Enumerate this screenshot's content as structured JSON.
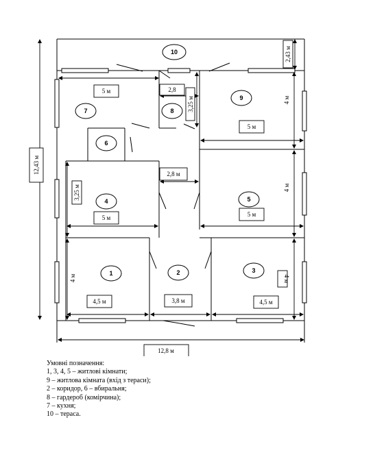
{
  "rooms": [
    {
      "id": "1",
      "area": "4,5 м",
      "height": "4 м"
    },
    {
      "id": "2",
      "area": "3,8 м"
    },
    {
      "id": "3",
      "area": "4,5 м",
      "height": "4 м"
    },
    {
      "id": "4",
      "area": "5 м",
      "height": "3,25 м"
    },
    {
      "id": "5",
      "area": "5 м",
      "height": "4 м"
    },
    {
      "id": "6"
    },
    {
      "id": "7",
      "area": "5 м"
    },
    {
      "id": "8",
      "area": "2,8",
      "height": "3,25 м"
    },
    {
      "id": "9",
      "area": "5 м",
      "height": "4 м"
    },
    {
      "id": "10",
      "height": "2,43 м"
    }
  ],
  "corridor_width": "2,8 м",
  "total_width": "12,8 м",
  "total_height": "12,43 м",
  "legend": {
    "title": "Умовні позначення:",
    "items": [
      "1, 3, 4, 5 – житлові кімнати;",
      "9 – житлова кімната (вхід з тераси);",
      "2 – коридор, 6 – вбиральня;",
      "8 – гардероб (комірчина);",
      "7 – кухня;",
      "10 – тераса."
    ]
  }
}
